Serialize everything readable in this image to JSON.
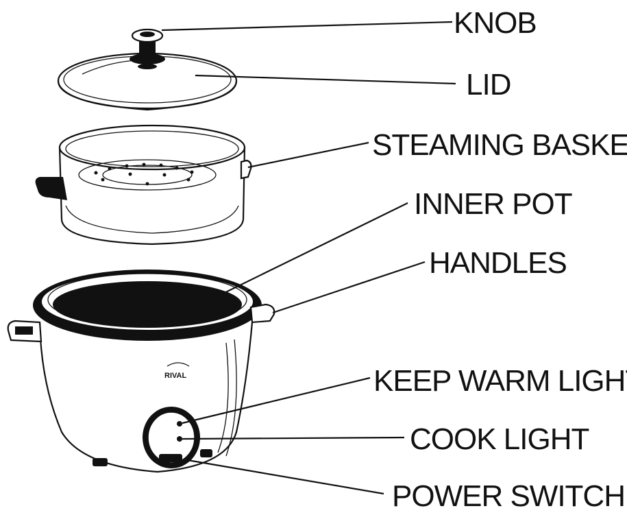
{
  "labels": {
    "knob": "KNOB",
    "lid": "LID",
    "steaming_basket": "STEAMING BASKET",
    "inner_pot": "INNER POT",
    "handles": "HANDLES",
    "keep_warm_light": "KEEP WARM LIGHT",
    "cook_light": "COOK LIGHT",
    "power_switch": "POWER SWITCH"
  },
  "brand": "RIVAL",
  "colors": {
    "ink": "#111111",
    "background": "#ffffff"
  }
}
